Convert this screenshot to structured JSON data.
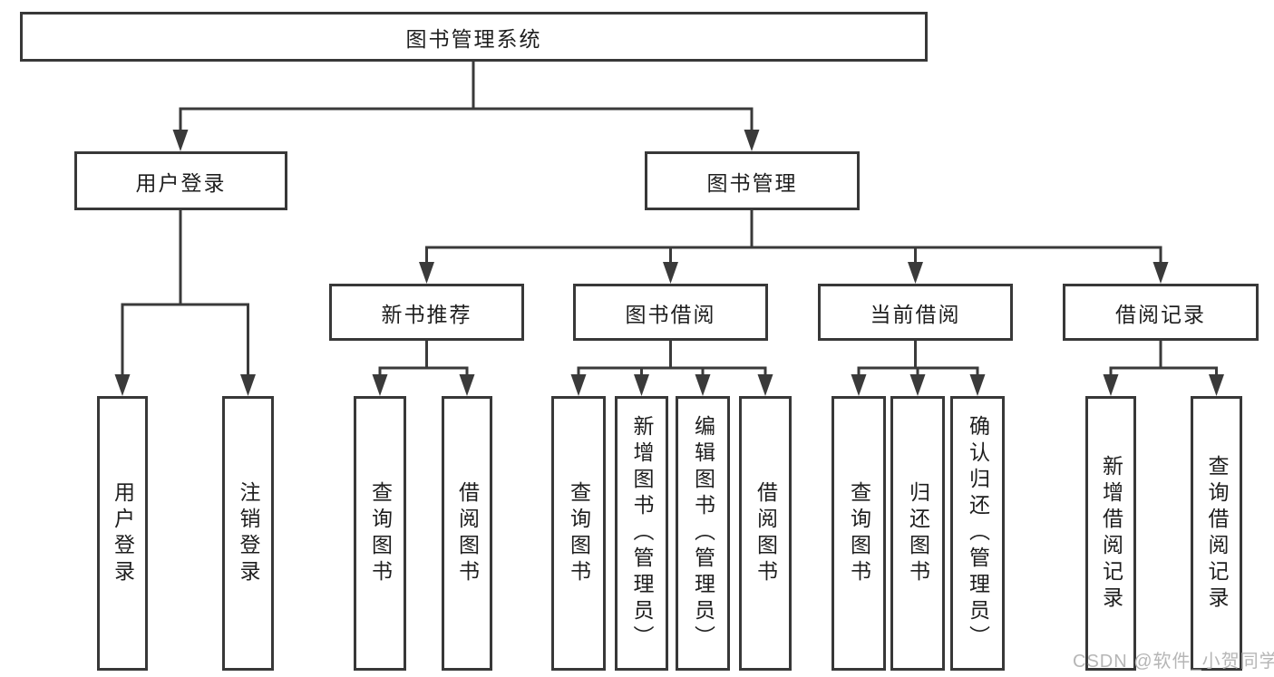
{
  "diagram_title": "图书管理系统",
  "colors": {
    "line": "#3a3a3a",
    "box_border": "#383838",
    "text": "#1e1e1e",
    "watermark": "#b6b6b6",
    "background": "#ffffff"
  },
  "tree": {
    "label": "图书管理系统",
    "children": [
      {
        "label": "用户登录",
        "children": [
          {
            "label": "用户登录"
          },
          {
            "label": "注销登录"
          }
        ]
      },
      {
        "label": "图书管理",
        "children": [
          {
            "label": "新书推荐",
            "children": [
              {
                "label": "查询图书"
              },
              {
                "label": "借阅图书"
              }
            ]
          },
          {
            "label": "图书借阅",
            "children": [
              {
                "label": "查询图书"
              },
              {
                "label": "新增图书（管理员）"
              },
              {
                "label": "编辑图书（管理员）"
              },
              {
                "label": "借阅图书"
              }
            ]
          },
          {
            "label": "当前借阅",
            "children": [
              {
                "label": "查询图书"
              },
              {
                "label": "归还图书"
              },
              {
                "label": "确认归还（管理员）"
              }
            ]
          },
          {
            "label": "借阅记录",
            "children": [
              {
                "label": "新增借阅记录"
              },
              {
                "label": "查询借阅记录"
              }
            ]
          }
        ]
      }
    ]
  },
  "watermark": "CSDN @软件_小贺同学"
}
